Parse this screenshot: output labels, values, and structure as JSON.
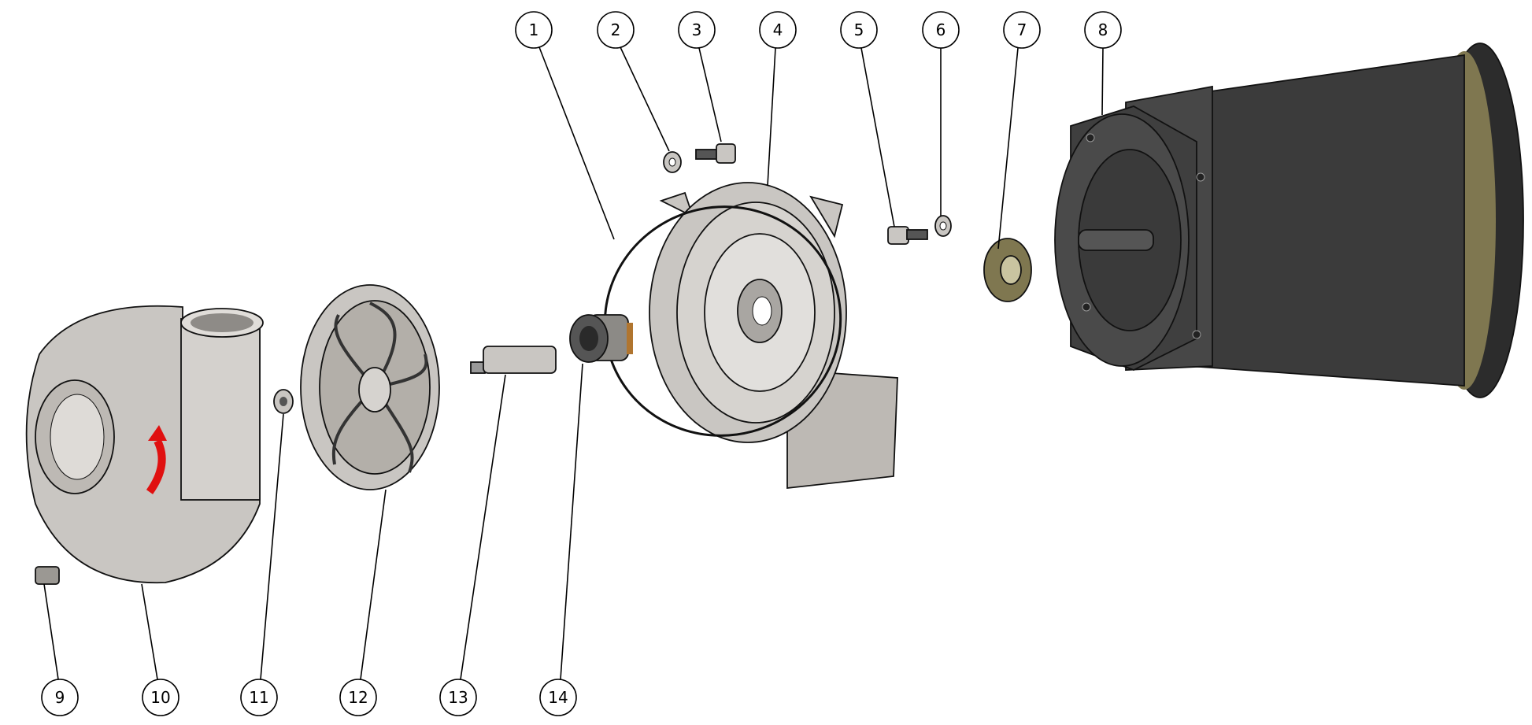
{
  "title": "Pump exploded view",
  "colors": {
    "steel": "#c9c6c2",
    "motor": "#3b3b3b",
    "olive": "#7f7750",
    "arrow": "#e01010",
    "outline": "#111111"
  },
  "balloons": [
    {
      "num": "1",
      "part": "o-ring"
    },
    {
      "num": "2",
      "part": "washer"
    },
    {
      "num": "3",
      "part": "bolt"
    },
    {
      "num": "4",
      "part": "adapter-bracket"
    },
    {
      "num": "5",
      "part": "bolt"
    },
    {
      "num": "6",
      "part": "washer"
    },
    {
      "num": "7",
      "part": "shaft-collar"
    },
    {
      "num": "8",
      "part": "motor"
    },
    {
      "num": "9",
      "part": "drain-plug"
    },
    {
      "num": "10",
      "part": "pump-casing"
    },
    {
      "num": "11",
      "part": "impeller-nut"
    },
    {
      "num": "12",
      "part": "impeller"
    },
    {
      "num": "13",
      "part": "shaft-sleeve"
    },
    {
      "num": "14",
      "part": "mechanical-seal"
    }
  ]
}
